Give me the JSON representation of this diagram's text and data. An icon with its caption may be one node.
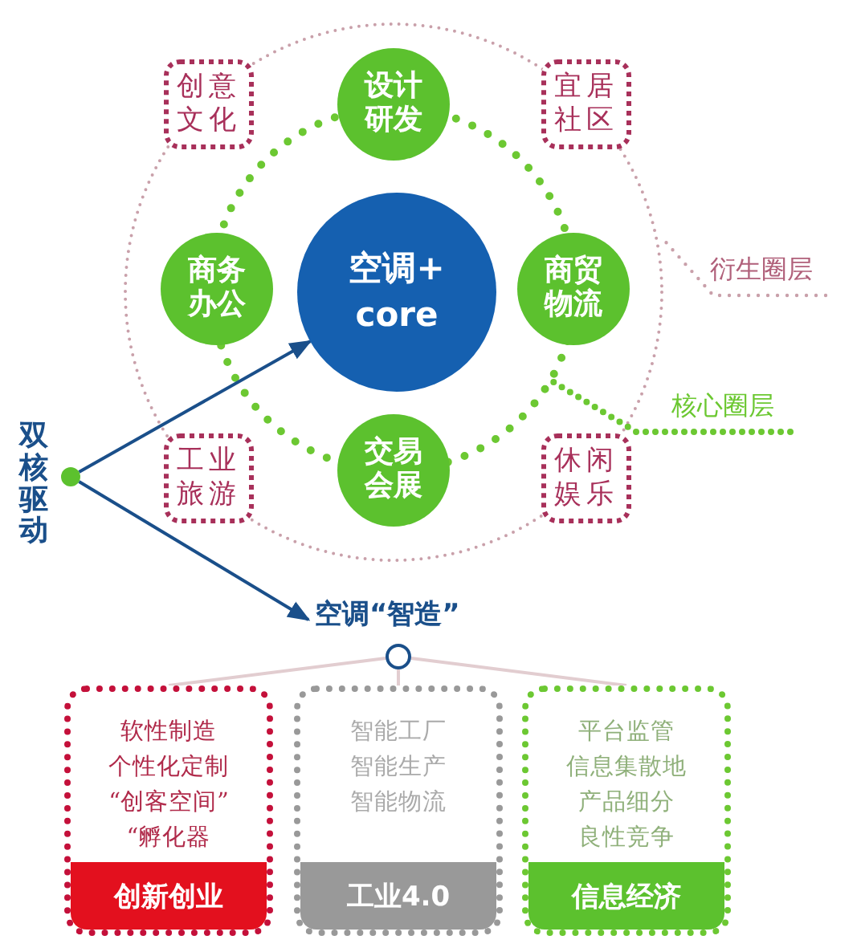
{
  "diagram": {
    "nodes": [
      {
        "text": [
          "创意文化"
        ]
      },
      {
        "text": [
          "设计研发"
        ]
      },
      {
        "text": [
          "宜居社区"
        ]
      },
      {
        "text": [
          "商务办公"
        ]
      },
      {
        "text": [
          "空调+ core"
        ]
      },
      {
        "text": [
          "商贸物流"
        ]
      },
      {
        "text": [
          "衍生圈层"
        ]
      },
      {
        "text": [
          "核心圈层"
        ]
      },
      {
        "text": [],
        "shape": "circle",
        "beside": [
          "双核驱动"
        ]
      },
      {
        "text": [
          "工业旅游"
        ]
      },
      {
        "text": [
          "交易会展"
        ]
      },
      {
        "text": [
          "休闲娱乐"
        ]
      },
      {
        "text": [
          "空调“智造”"
        ]
      },
      {
        "text": [],
        "shape": "circle"
      },
      {
        "text": [
          "软性制造",
          "个性化定制",
          "“创客空间”",
          "“孵化器",
          "创新创业"
        ]
      },
      {
        "text": [
          "智能工厂",
          "智能生产",
          "智能物流",
          "工业4.0"
        ]
      },
      {
        "text": [
          "平台监管",
          "信息集散地",
          "产品细分",
          "良性竞争",
          "信息经济"
        ]
      }
    ],
    "edges": [
      {
        "from": 6,
        "to": null,
        "arrow": "none",
        "style": "dashed",
        "color": "#c9a0aa"
      },
      {
        "from": 7,
        "to": null,
        "arrow": "none",
        "style": "dashed",
        "color": "#6cc832"
      },
      {
        "from": 8,
        "to": 4,
        "arrow": "to",
        "color": "#1a4f8a"
      },
      {
        "from": 8,
        "to": 12,
        "arrow": "to",
        "color": "#1a4f8a"
      },
      {
        "from": 13,
        "to": 14,
        "arrow": "none",
        "color": "#e2cdd0"
      },
      {
        "from": 13,
        "to": 15,
        "arrow": "none",
        "color": "#e2cdd0"
      },
      {
        "from": 13,
        "to": 16,
        "arrow": "none",
        "color": "#e2cdd0"
      }
    ]
  }
}
